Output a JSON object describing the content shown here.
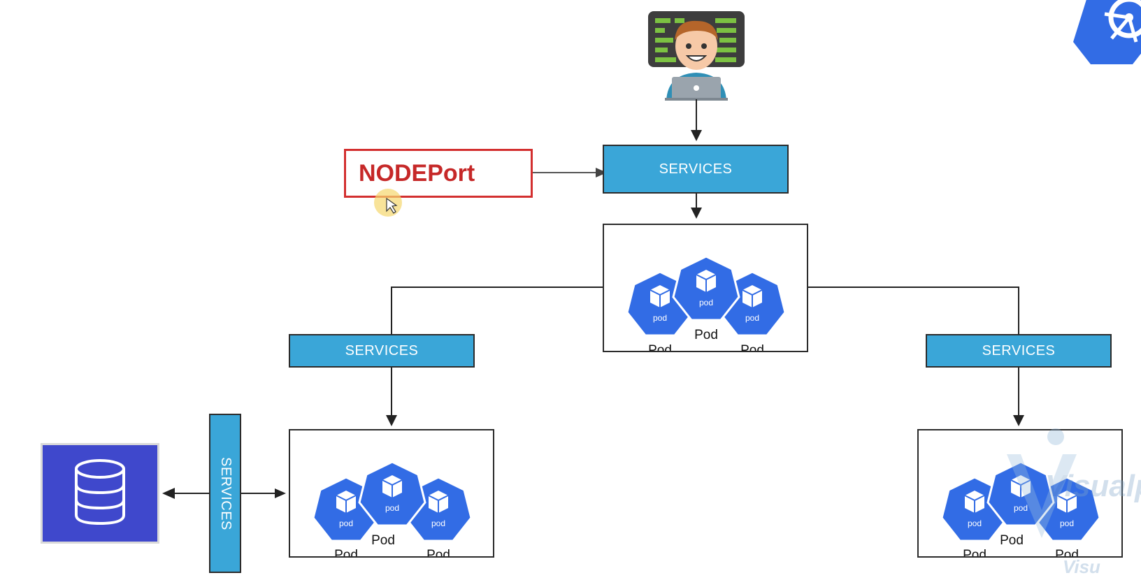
{
  "nodeport": {
    "label": "NODEPort"
  },
  "services": {
    "top": "SERVICES",
    "left": "SERVICES",
    "right": "SERVICES",
    "vertical": "SERVICES"
  },
  "pods": {
    "center": {
      "icon_text": [
        "pod",
        "pod",
        "pod"
      ],
      "labels": [
        "Pod",
        "Pod",
        "Pod"
      ]
    },
    "left": {
      "icon_text": [
        "pod",
        "pod",
        "pod"
      ],
      "labels": [
        "Pod",
        "Pod",
        "Pod"
      ]
    },
    "right": {
      "icon_text": [
        "pod",
        "pod",
        "pod"
      ],
      "labels": [
        "Pod",
        "Pod",
        "Pod"
      ]
    }
  },
  "watermark": {
    "text": "Visualpath",
    "subtext": "Visu"
  },
  "colors": {
    "service_fill": "#3aa6d8",
    "pod_fill": "#326ce5",
    "nodeport_border": "#d32f2f",
    "database_fill": "#3f48cc",
    "k8s_logo": "#326ce5"
  },
  "icons": [
    "user-developer-icon",
    "database-icon",
    "kubernetes-logo-icon",
    "pod-icon",
    "mouse-cursor-icon"
  ]
}
